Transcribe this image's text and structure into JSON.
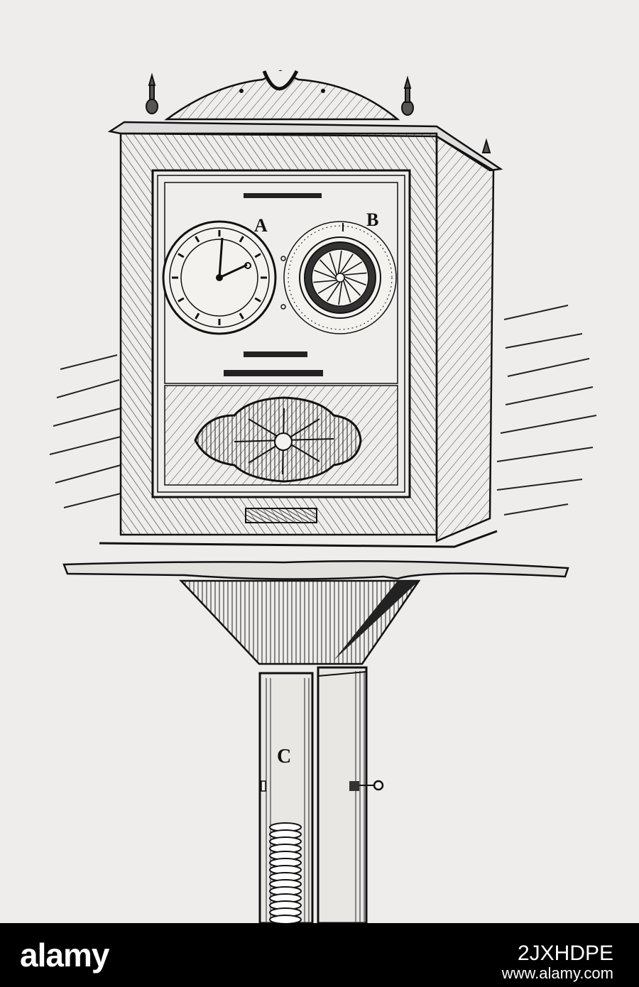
{
  "illustration": {
    "label_a": "A",
    "label_b": "B",
    "label_c": "C"
  },
  "banner": {
    "logo_text": "alamy",
    "image_id": "2JXHDPE",
    "website": "www.alamy.com"
  }
}
